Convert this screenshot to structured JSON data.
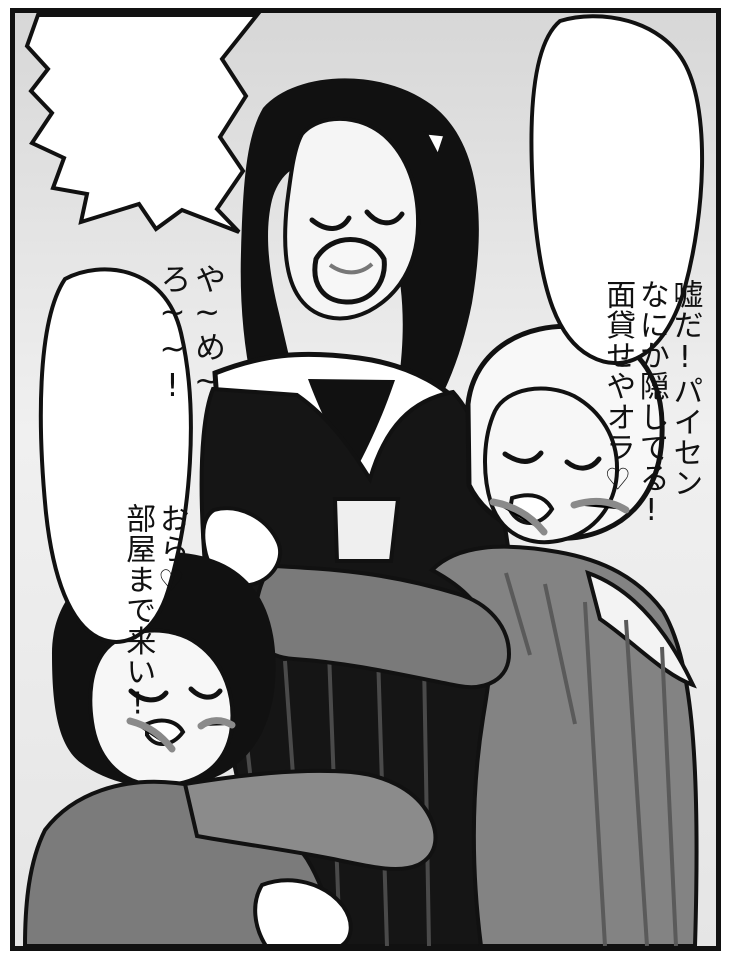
{
  "speech_bubbles": {
    "top_left": {
      "line1": "や~め~",
      "line2": "ろ~~!"
    },
    "top_right": {
      "line1": "嘘だ!パイセン",
      "line2": "なにか隠してる!",
      "line3": "面貸せやオラ♡"
    },
    "middle_left": {
      "line1": "おら♡",
      "line2": "部屋まで来い!"
    }
  }
}
